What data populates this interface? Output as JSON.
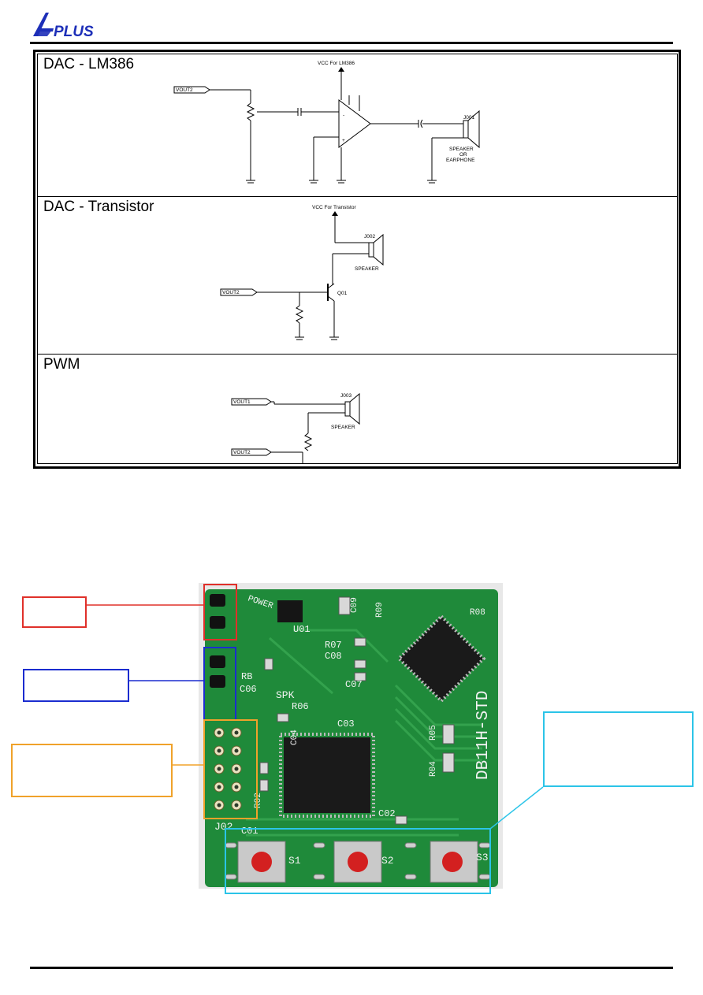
{
  "logo": {
    "text": "PLUS",
    "color": "#1d2fb8",
    "icon": "aplus-logo"
  },
  "schematic": {
    "sections": [
      {
        "title": "DAC - LM386",
        "labels": {
          "vcc": "VCC For LM386",
          "vout": "VOUT2",
          "speaker_ref": "J001",
          "speaker_line1": "SPEAKER",
          "speaker_line2": "OR",
          "speaker_line3": "EARPHONE"
        }
      },
      {
        "title": "DAC - Transistor",
        "labels": {
          "vcc": "VCC For Transistor",
          "vout": "VOUT2",
          "speaker_ref": "J002",
          "speaker": "SPEAKER",
          "transistor": "Q01"
        }
      },
      {
        "title": "PWM",
        "labels": {
          "vout1": "VOUT1",
          "vout2": "VOUT2",
          "speaker_ref": "J003",
          "speaker": "SPEAKER"
        }
      }
    ]
  },
  "board": {
    "silkscreen": {
      "name": "DB11H-STD",
      "power": "POWER",
      "spk": "SPK",
      "j02": "J02",
      "s1": "S1",
      "s2": "S2",
      "s3": "S3",
      "c01": "C01",
      "c02": "C02",
      "c03": "C03",
      "c04": "C04",
      "c06": "C06",
      "c07": "C07",
      "c08": "C08",
      "c09": "C09",
      "r04": "R04",
      "r05": "R05",
      "r06": "R06",
      "r07": "R07",
      "r08": "R08",
      "r09": "R09",
      "u01": "U01",
      "rb": "RB",
      "r02": "R02"
    }
  },
  "colors": {
    "callout_red": "#e0302a",
    "callout_blue": "#1b2ccf",
    "callout_orange": "#f0a22a",
    "callout_cyan": "#2bc4e8",
    "pcb_green": "#1f8a3a"
  }
}
